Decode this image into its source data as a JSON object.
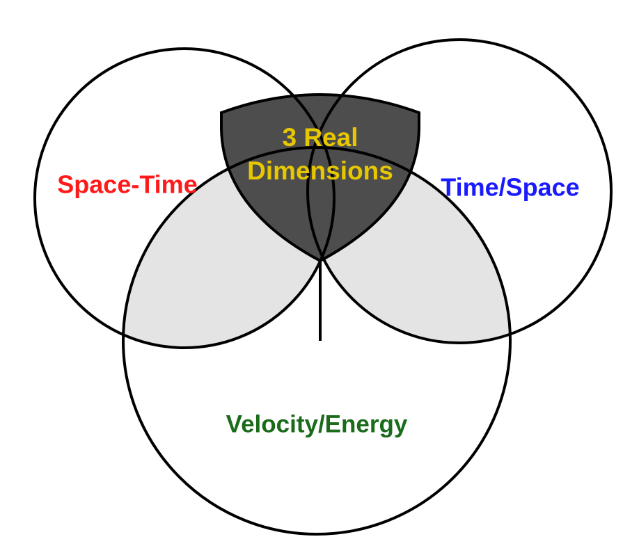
{
  "diagram": {
    "sets": [
      {
        "label": "Space-Time",
        "color": "#ff1a1a"
      },
      {
        "label": "Time/Space",
        "color": "#1a1aff"
      },
      {
        "label": "Velocity/Energy",
        "color": "#1a6b1a"
      }
    ],
    "center": {
      "lines": [
        "3 Real",
        "Dimensions"
      ],
      "color": "#e6c700",
      "fill": "#4d4d4d"
    },
    "colors": {
      "pairwise_overlap": "#e4e4e4",
      "outline": "#000000",
      "background": "#ffffff"
    }
  }
}
